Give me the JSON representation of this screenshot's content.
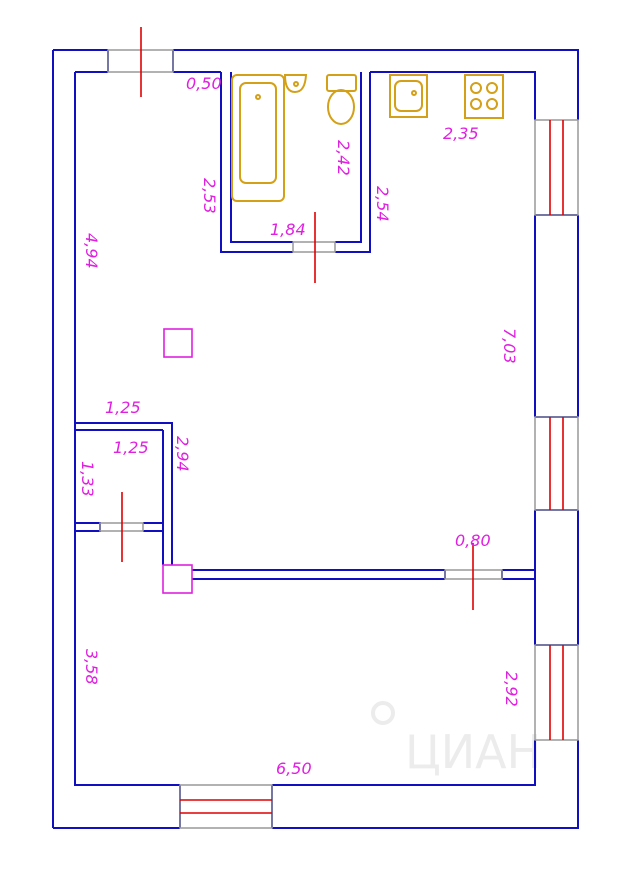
{
  "plan": {
    "dimensions": [
      "0,50",
      "2,53",
      "2,42",
      "2,54",
      "1,84",
      "2,35",
      "4,94",
      "7,03",
      "1,25",
      "1,25",
      "2,94",
      "1,33",
      "0,80",
      "3,58",
      "2,92",
      "6,50"
    ],
    "watermark": "ЦИАН"
  },
  "colors": {
    "wall": "#1010c0",
    "dimension": "#e020e0",
    "fixture": "#d4a017",
    "door": "#e00000"
  }
}
